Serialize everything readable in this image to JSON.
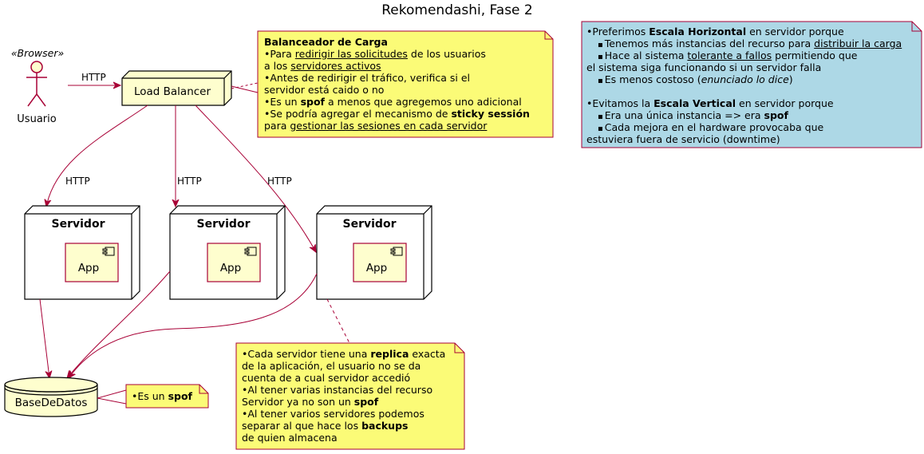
{
  "title": "Rekomendashi, Fase 2",
  "actor": {
    "stereotype": "«Browser»",
    "name": "Usuario"
  },
  "load_balancer": {
    "label": "Load Balancer"
  },
  "servers": [
    {
      "label": "Servidor",
      "component": "App"
    },
    {
      "label": "Servidor",
      "component": "App"
    },
    {
      "label": "Servidor",
      "component": "App"
    }
  ],
  "database": {
    "label": "BaseDeDatos"
  },
  "edges": {
    "http": "HTTP"
  },
  "notes": {
    "load_balancer": {
      "title": "Balanceador de Carga",
      "l1a": "Para ",
      "l1b": "redirigir las solicitudes",
      "l1c": " de los usuarios",
      "l2a": "a los ",
      "l2b": "servidores activos",
      "l3": "Antes de redirigir el tráfico, verifica si el",
      "l4": "servidor está caido o no",
      "l5a": "Es un ",
      "l5b": "spof",
      "l5c": " a menos que agregemos uno adicional",
      "l6a": "Se podría agregar el mecanismo de ",
      "l6b": "sticky sessión",
      "l7a": "para  ",
      "l7b": "gestionar las sesiones en cada servidor"
    },
    "scaling": {
      "l1a": "Preferimos ",
      "l1b": "Escala Horizontal",
      "l1c": " en servidor porque",
      "l2a": "Tenemos más instancias del recurso para ",
      "l2b": "distribuir la carga",
      "l3a": "Hace al sistema ",
      "l3b": "tolerante a fallos",
      "l3c": " permitiendo que",
      "l4": "el sistema siga funcionando si un servidor falla",
      "l5a": "Es menos costoso (",
      "l5b": "enunciado lo dice",
      "l5c": ")",
      "l6a": "Evitamos la ",
      "l6b": "Escala Vertical",
      "l6c": " en servidor porque",
      "l7a": "Era una única instancia => era ",
      "l7b": "spof",
      "l8": "Cada mejora en el hardware provocaba que",
      "l9": "estuviera fuera de servicio (downtime)"
    },
    "database": {
      "a": "Es un ",
      "b": "spof"
    },
    "replica": {
      "l1a": "Cada servidor tiene una ",
      "l1b": "replica",
      "l1c": " exacta",
      "l2": "de la aplicación, el usuario no se da",
      "l3": "cuenta de a cual servidor accedió",
      "l4": "Al tener varias instancias del recurso",
      "l5a": "Servidor ya no son un ",
      "l5b": "spof",
      "l6": "Al tener varios servidores podemos",
      "l7a": "separar al que hace los ",
      "l7b": "backups",
      "l8": "de quien almacena"
    }
  },
  "colors": {
    "node_fill": "#FEFECE",
    "note_fill": "#FBFB77",
    "scaling_note_fill": "#ADD8E6",
    "stroke": "#A80036",
    "border": "#000000"
  }
}
